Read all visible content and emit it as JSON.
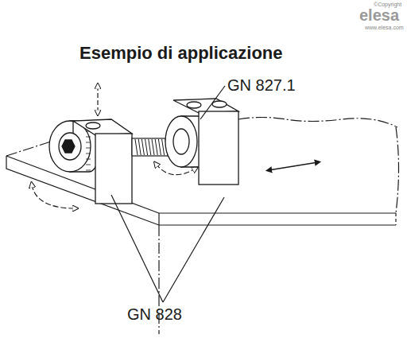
{
  "diagram": {
    "title": "Esempio di applicazione",
    "labels": [
      "GN 827.1",
      "GN 828",
      "©Copyright",
      "elesa",
      "www.elesa.com"
    ]
  }
}
